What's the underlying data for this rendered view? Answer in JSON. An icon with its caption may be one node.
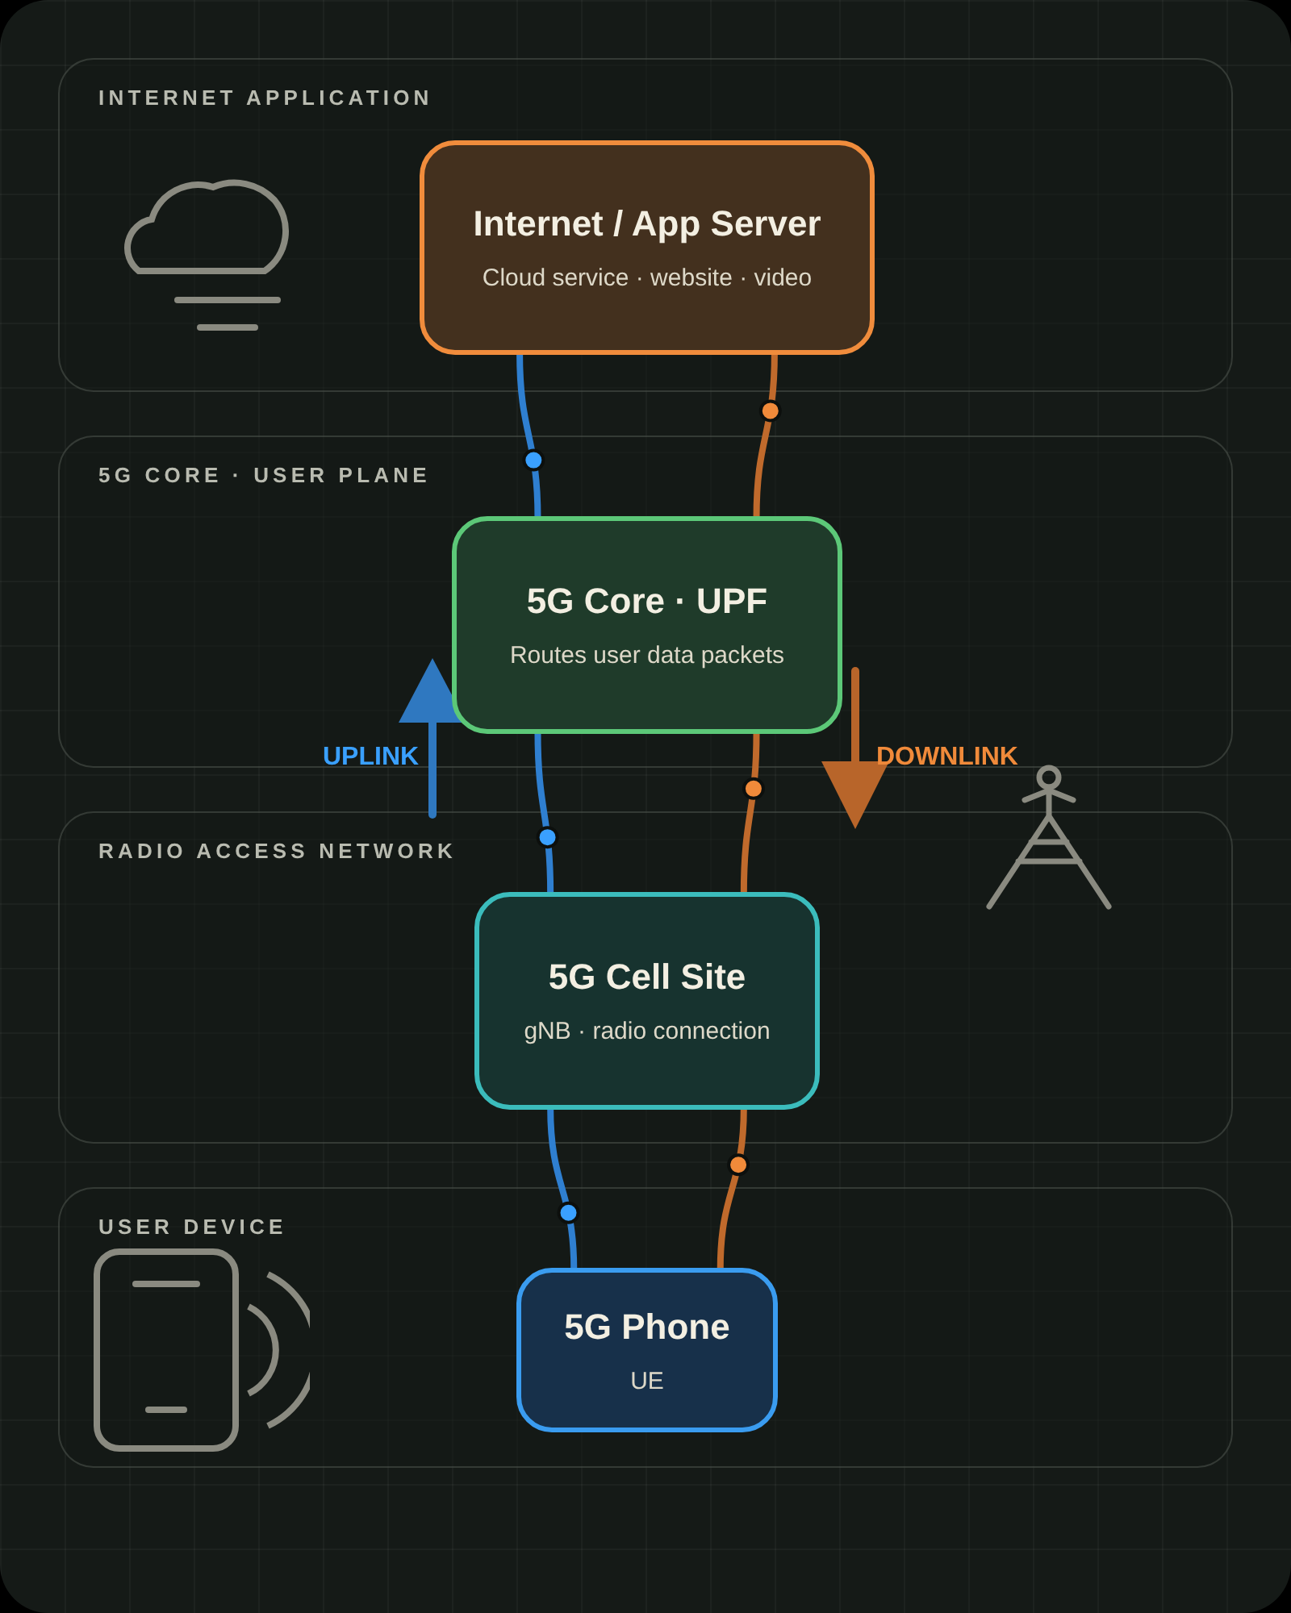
{
  "diagram": {
    "nodes": [
      {
        "text": [
          "INTERNET APPLICATION"
        ]
      },
      {
        "text": [
          "Internet / App Server",
          "Cloud service · website · video"
        ],
        "in": 0
      },
      {
        "text": [
          "5G CORE · USER PLANE"
        ]
      },
      {
        "text": [
          "5G Core · UPF",
          "Routes user data packets"
        ],
        "in": 2
      },
      {
        "text": [
          "RADIO ACCESS NETWORK"
        ]
      },
      {
        "text": [
          "5G Cell Site",
          "gNB · radio connection"
        ],
        "in": 4
      },
      {
        "text": [
          "USER DEVICE"
        ]
      },
      {
        "text": [
          "5G Phone",
          "UE"
        ],
        "in": 6
      }
    ],
    "edges": [
      {
        "from": 7,
        "to": 5,
        "arrow": "none",
        "color": "#2f7fd0"
      },
      {
        "from": 5,
        "to": 3,
        "arrow": "none",
        "color": "#2f7fd0"
      },
      {
        "from": 3,
        "to": 1,
        "arrow": "none",
        "color": "#2f7fd0"
      },
      {
        "from": 1,
        "to": 3,
        "arrow": "none",
        "color": "#c06a2c"
      },
      {
        "from": 3,
        "to": 5,
        "arrow": "none",
        "color": "#c06a2c"
      },
      {
        "from": 5,
        "to": 7,
        "arrow": "none",
        "color": "#c06a2c"
      }
    ],
    "labels": [
      "UPLINK",
      "DOWNLINK"
    ]
  }
}
